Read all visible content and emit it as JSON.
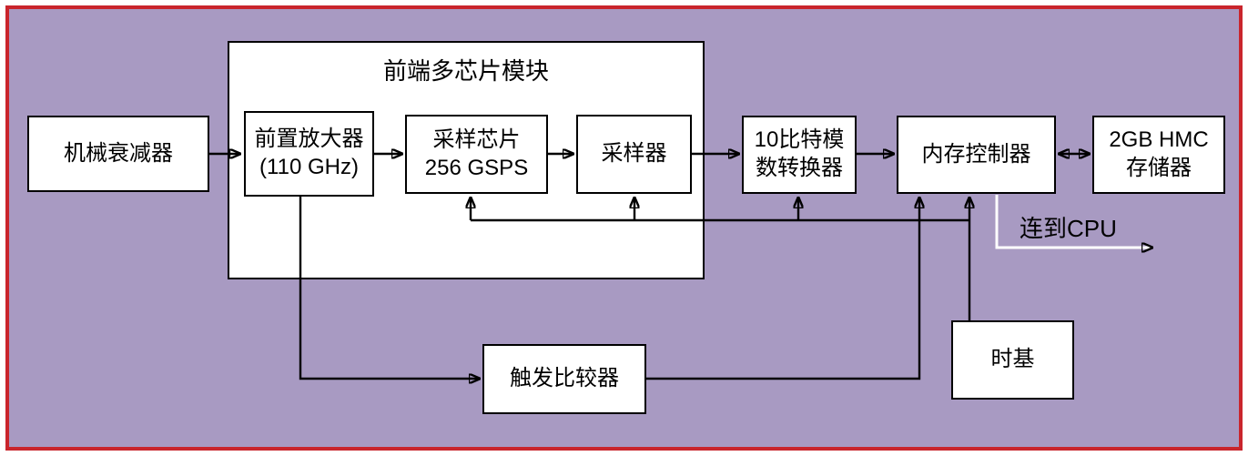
{
  "diagram": {
    "frontend_module": {
      "title": "前端多芯片模块"
    },
    "blocks": {
      "attenuator": {
        "label": "机械衰减器"
      },
      "preamp": {
        "line1": "前置放大器",
        "line2": "(110 GHz)"
      },
      "sampler_chip": {
        "line1": "采样芯片",
        "line2": "256 GSPS"
      },
      "sampler": {
        "label": "采样器"
      },
      "adc": {
        "line1": "10比特模",
        "line2": "数转换器"
      },
      "memory_controller": {
        "label": "内存控制器"
      },
      "hmc_memory": {
        "line1": "2GB HMC",
        "line2": "存储器"
      },
      "trigger_comparator": {
        "label": "触发比较器"
      },
      "timebase": {
        "label": "时基"
      }
    },
    "annotations": {
      "cpu": "连到CPU"
    },
    "colors": {
      "background": "#a89ac2",
      "frame_border": "#c9252c",
      "box_fill": "#ffffff",
      "wire": "#000000",
      "cpu_wire": "#ffffff"
    }
  }
}
